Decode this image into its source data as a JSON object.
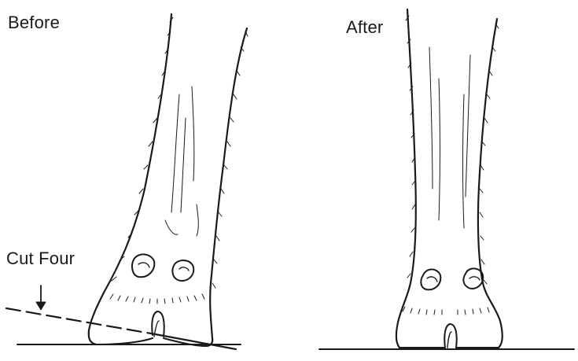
{
  "labels": {
    "before": "Before",
    "after": "After",
    "cut": "Cut Four"
  },
  "colors": {
    "ink": "#1a1a1a",
    "background": "#ffffff"
  }
}
